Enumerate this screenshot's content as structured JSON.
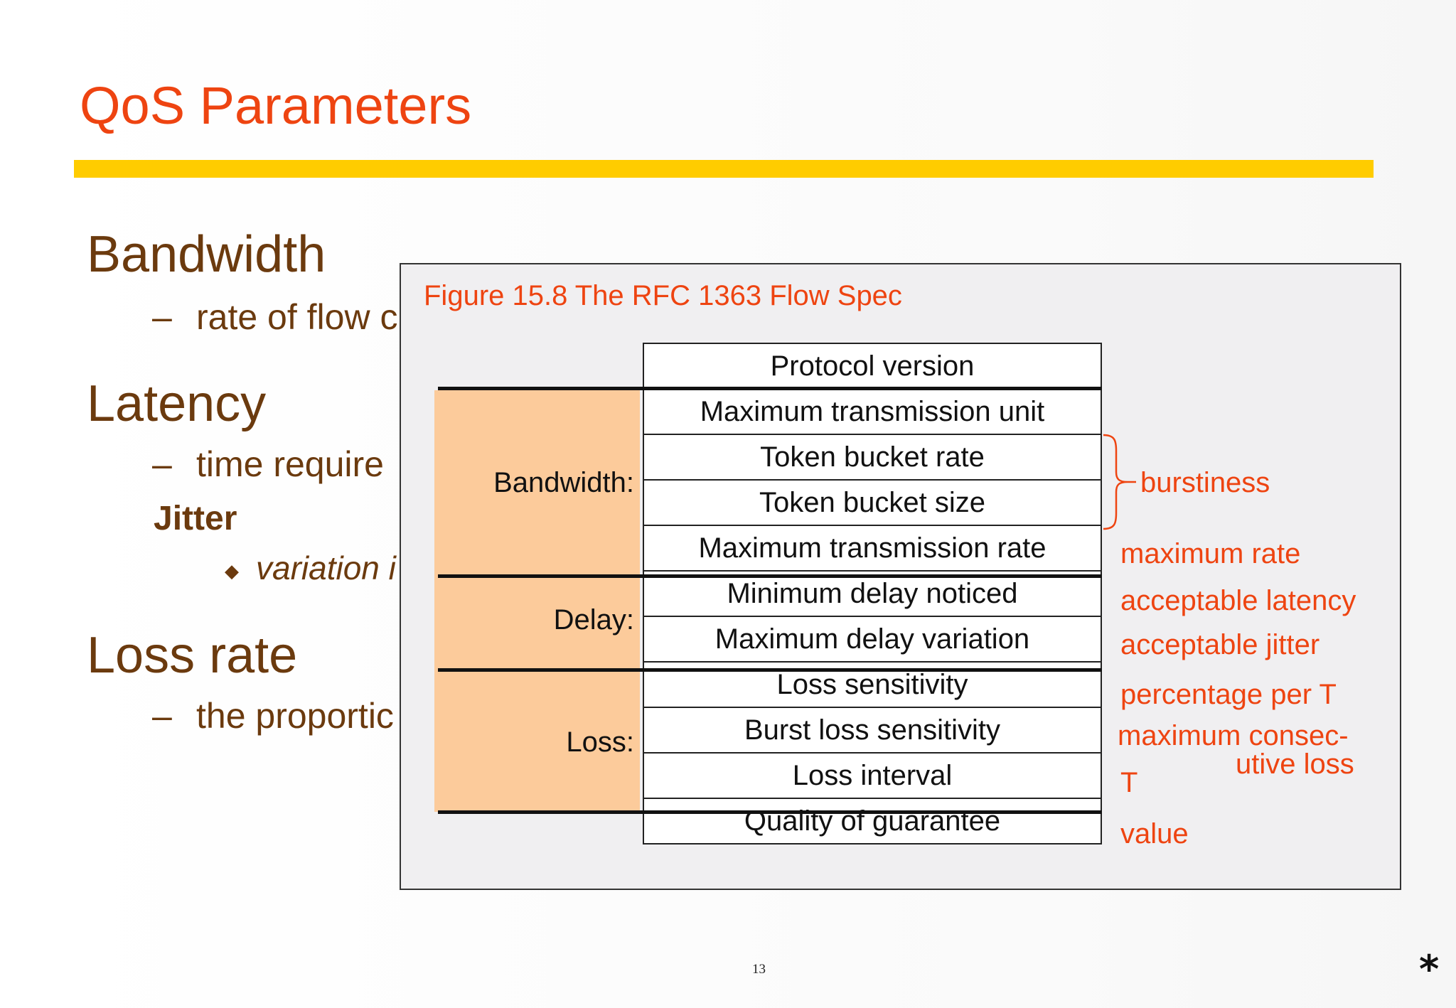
{
  "title": "QoS Parameters",
  "bullets": {
    "bandwidth": "Bandwidth",
    "bandwidth_sub": "rate of flow c",
    "latency": "Latency",
    "latency_sub": "time require",
    "jitter": "Jitter",
    "jitter_sub": "variation i",
    "loss_rate": "Loss rate",
    "loss_rate_sub": "the proportic",
    "dash": "–",
    "diamond": "◆"
  },
  "figure": {
    "caption": "Figure 15.8 The RFC 1363 Flow Spec",
    "groups": {
      "bandwidth": "Bandwidth:",
      "delay": "Delay:",
      "loss": "Loss:"
    },
    "rows": [
      "Protocol version",
      "Maximum transmission unit",
      "Token bucket rate",
      "Token bucket size",
      "Maximum transmission rate",
      "Minimum delay noticed",
      "Maximum delay variation",
      "Loss sensitivity",
      "Burst loss sensitivity",
      "Loss interval",
      "Quality of guarantee"
    ],
    "notes": {
      "burstiness": "burstiness",
      "maximum_rate": "maximum rate",
      "acceptable_latency": "acceptable latency",
      "acceptable_jitter": "acceptable jitter",
      "percentage_per_t": "percentage per T",
      "max_consec_1": "maximum consec-",
      "max_consec_2": "utive loss",
      "t": "T",
      "value": "value"
    },
    "accent_color": "#ee4411",
    "group_fill": "#fccb9b"
  },
  "footer": {
    "page_number": "13",
    "mark": "*"
  },
  "colors": {
    "title": "#ee4411",
    "title_bar": "#ffcc00",
    "bullet_text": "#6b3a0e"
  }
}
